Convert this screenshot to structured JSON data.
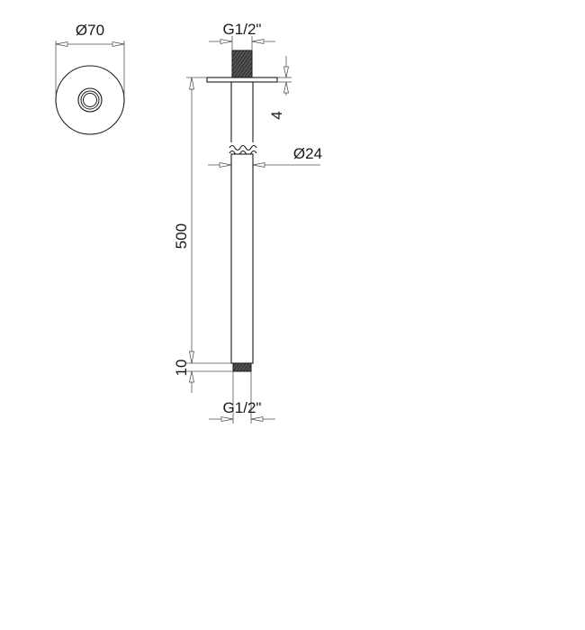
{
  "labels": {
    "flange_diameter": "Ø70",
    "thread_top": "G1/2\"",
    "flange_thickness": "4",
    "pipe_diameter": "Ø24",
    "pipe_length": "500",
    "thread_bottom_length": "10",
    "thread_bottom": "G1/2\""
  }
}
